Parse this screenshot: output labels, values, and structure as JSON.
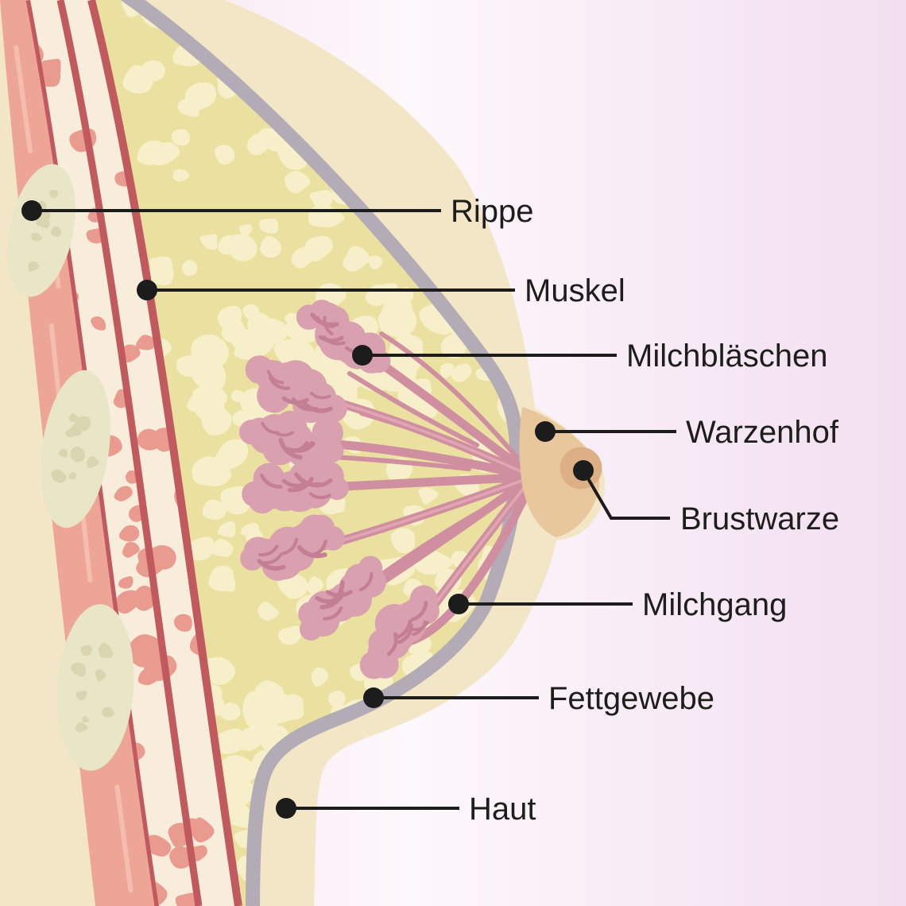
{
  "diagram": {
    "labels": [
      {
        "id": "rippe",
        "text": "Rippe"
      },
      {
        "id": "muskel",
        "text": "Muskel"
      },
      {
        "id": "milchblaeschen",
        "text": "Milchbläschen"
      },
      {
        "id": "warzenhof",
        "text": "Warzenhof"
      },
      {
        "id": "brustwarze",
        "text": "Brustwarze"
      },
      {
        "id": "milchgang",
        "text": "Milchgang"
      },
      {
        "id": "fettgewebe",
        "text": "Fettgewebe"
      },
      {
        "id": "haut",
        "text": "Haut"
      }
    ],
    "background_colors": {
      "left": "#f6dfec",
      "center": "#fdf8fb",
      "right": "#f2def0"
    },
    "palette": {
      "skin": "#f3e6c6",
      "dermis_line": "#b3acb6",
      "fat": "#eae09f",
      "fat_lobule": "#f6efc9",
      "muscle": "#eda596",
      "muscle_streak": "#f5bdae",
      "muscle_dark": "#c05a5e",
      "bone_marrow": "#f8ecdb",
      "bone_chunk": "#e89b8e",
      "rib": "#e9e5c7",
      "rib_speckle": "#d9d5b0",
      "milk_duct": "#d08fa0",
      "milk_duct_light": "#e0a7b3",
      "alveoli": "#d9a1af",
      "alveoli_detail": "#c47f94",
      "areola": "#e9c79c",
      "nipple": "#dcb084",
      "label_text": "#1d1d1b",
      "leader_line": "#1c1c1c"
    }
  }
}
